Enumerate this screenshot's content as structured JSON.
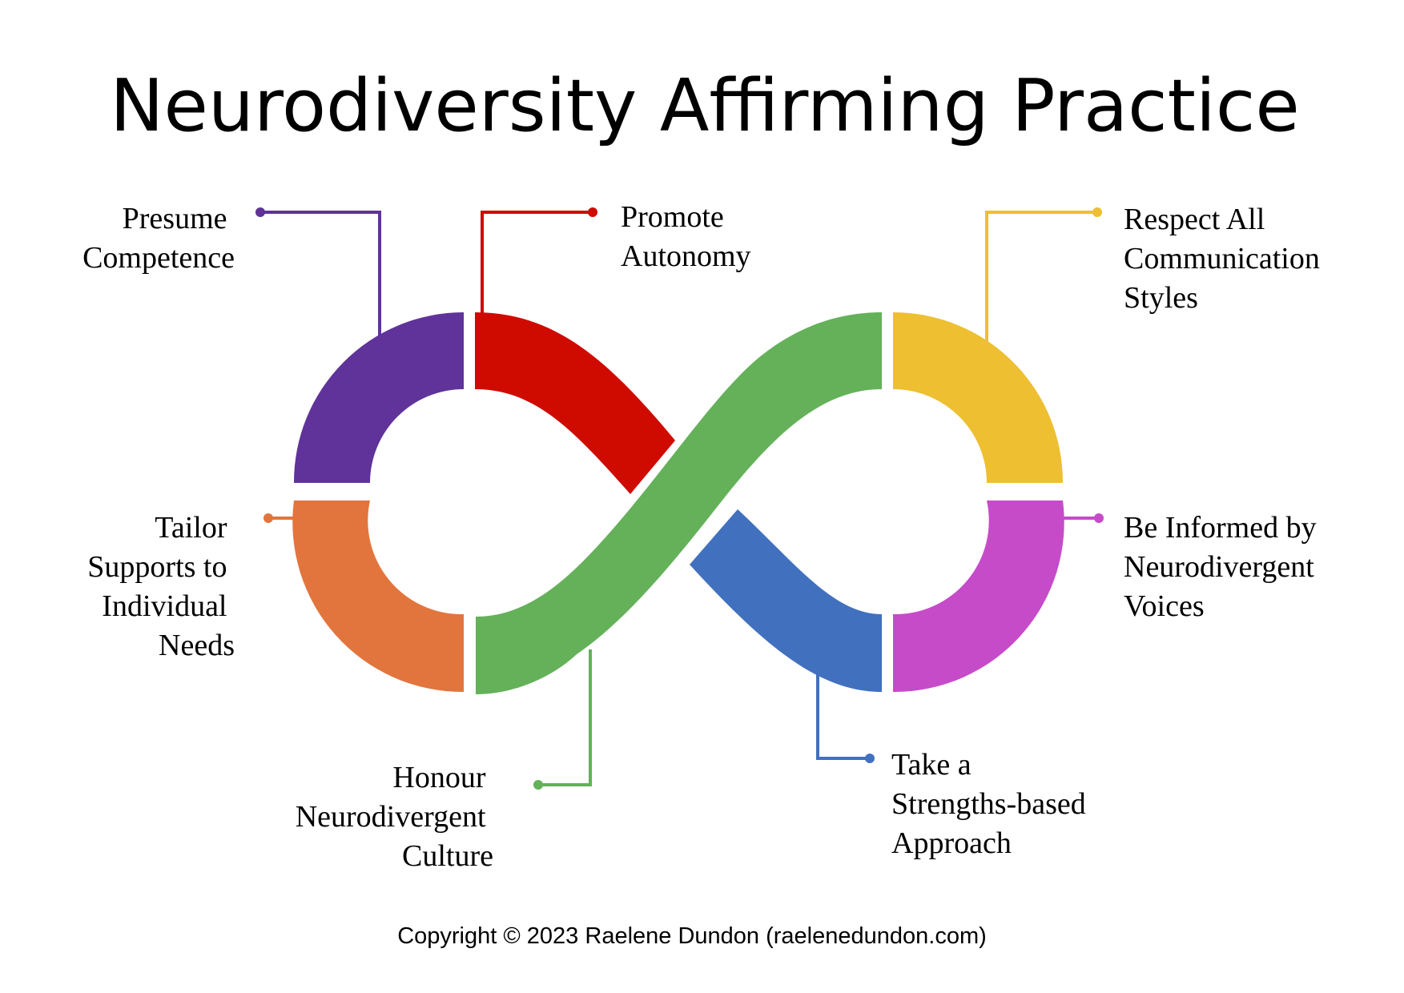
{
  "title": "Neurodiversity Affirming Practice",
  "copyright": "Copyright © 2023 Raelene Dundon (raelenedundon.com)",
  "principles": [
    {
      "name": "purple",
      "color": "#5f3399",
      "lines": [
        "Presume",
        "Competence"
      ]
    },
    {
      "name": "red",
      "color": "#cf0b00",
      "lines": [
        "Promote",
        "Autonomy"
      ]
    },
    {
      "name": "yellow",
      "color": "#edbf31",
      "lines": [
        "Respect All",
        "Communication",
        "Styles"
      ]
    },
    {
      "name": "orange",
      "color": "#e2753d",
      "lines": [
        "Tailor",
        "Supports to",
        "Individual",
        "Needs"
      ]
    },
    {
      "name": "magenta",
      "color": "#c64bc9",
      "lines": [
        "Be Informed by",
        "Neurodivergent",
        "Voices"
      ]
    },
    {
      "name": "green",
      "color": "#64b15a",
      "lines": [
        "Honour",
        "Neurodivergent",
        "Culture"
      ]
    },
    {
      "name": "blue",
      "color": "#4170bf",
      "lines": [
        "Take a",
        "Strengths-based",
        "Approach"
      ]
    }
  ]
}
